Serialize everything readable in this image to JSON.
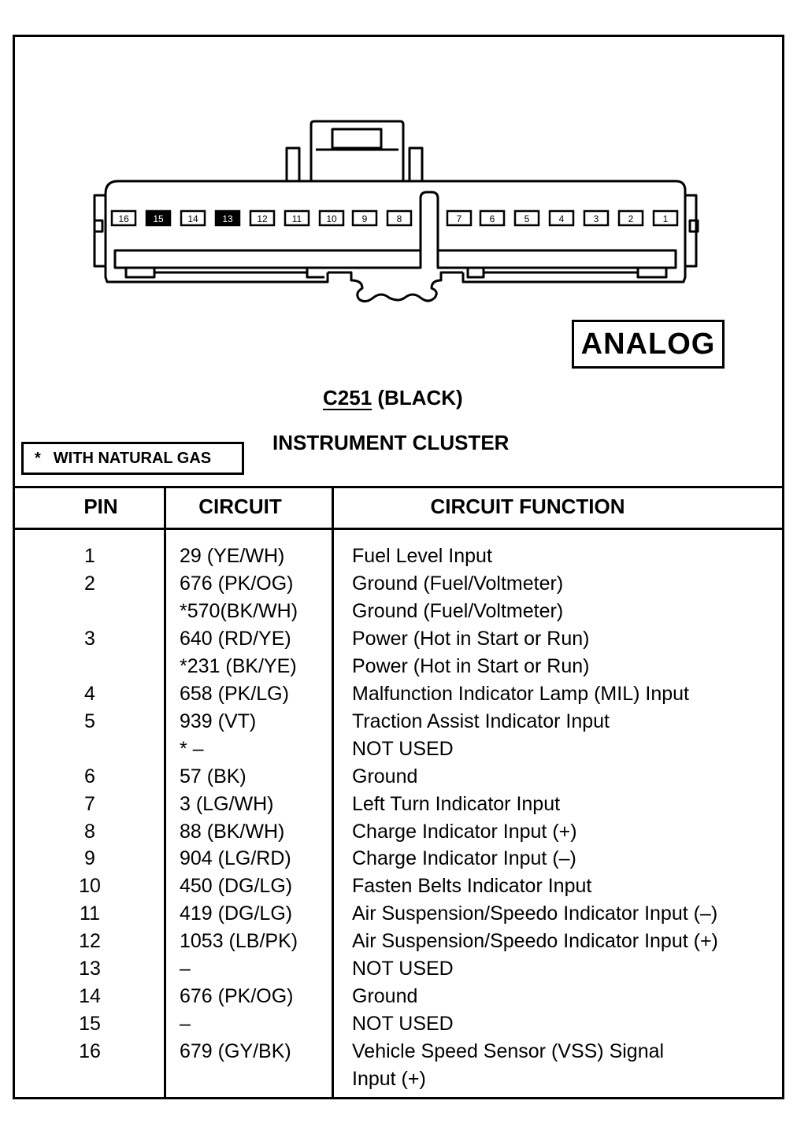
{
  "diagram": {
    "badge": "ANALOG",
    "connector_id": "C251",
    "connector_color": "(BLACK)",
    "component": "INSTRUMENT CLUSTER",
    "note_symbol": "*",
    "note_text": "WITH NATURAL GAS",
    "left_pins": [
      "16",
      "15",
      "14",
      "13",
      "12",
      "11",
      "10",
      "9",
      "8"
    ],
    "right_pins": [
      "7",
      "6",
      "5",
      "4",
      "3",
      "2",
      "1"
    ],
    "filled_pins": [
      "15",
      "13"
    ]
  },
  "table": {
    "headers": {
      "pin": "PIN",
      "circuit": "CIRCUIT",
      "function": "CIRCUIT FUNCTION"
    },
    "rows": [
      {
        "pin": "1",
        "circuit": "29 (YE/WH)",
        "function": "Fuel Level Input"
      },
      {
        "pin": "2",
        "circuit": "676 (PK/OG)",
        "function": "Ground (Fuel/Voltmeter)"
      },
      {
        "pin": "",
        "circuit": "*570(BK/WH)",
        "function": "Ground (Fuel/Voltmeter)"
      },
      {
        "pin": "3",
        "circuit": "640 (RD/YE)",
        "function": "Power (Hot in Start or Run)"
      },
      {
        "pin": "",
        "circuit": "*231 (BK/YE)",
        "function": "Power (Hot in Start or Run)"
      },
      {
        "pin": "4",
        "circuit": "658 (PK/LG)",
        "function": "Malfunction Indicator Lamp (MIL) Input"
      },
      {
        "pin": "5",
        "circuit": "939 (VT)",
        "function": "Traction Assist Indicator Input"
      },
      {
        "pin": "",
        "circuit": "*      –",
        "function": "NOT USED"
      },
      {
        "pin": "6",
        "circuit": "57 (BK)",
        "function": "Ground"
      },
      {
        "pin": "7",
        "circuit": "3 (LG/WH)",
        "function": "Left Turn Indicator Input"
      },
      {
        "pin": "8",
        "circuit": "88 (BK/WH)",
        "function": "Charge Indicator Input (+)"
      },
      {
        "pin": "9",
        "circuit": "904 (LG/RD)",
        "function": "Charge Indicator Input (–)"
      },
      {
        "pin": "10",
        "circuit": "450 (DG/LG)",
        "function": "Fasten Belts Indicator Input"
      },
      {
        "pin": "11",
        "circuit": "419 (DG/LG)",
        "function": "Air Suspension/Speedo Indicator Input (–)"
      },
      {
        "pin": "12",
        "circuit": "1053 (LB/PK)",
        "function": "Air Suspension/Speedo Indicator Input (+)"
      },
      {
        "pin": "13",
        "circuit": "–",
        "function": "NOT USED"
      },
      {
        "pin": "14",
        "circuit": "676 (PK/OG)",
        "function": "Ground"
      },
      {
        "pin": "15",
        "circuit": "–",
        "function": "NOT USED"
      },
      {
        "pin": "16",
        "circuit": "679 (GY/BK)",
        "function": "Vehicle Speed Sensor (VSS) Signal"
      },
      {
        "pin": "",
        "circuit": "",
        "function": "Input (+)"
      }
    ]
  }
}
